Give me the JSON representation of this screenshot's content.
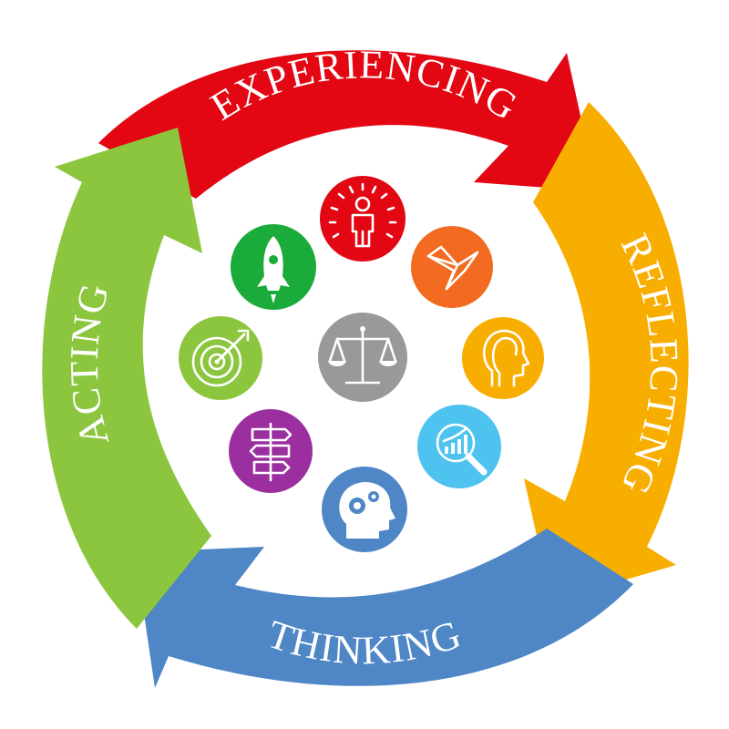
{
  "cycle": {
    "stages": [
      {
        "key": "experiencing",
        "label": "EXPERIENCING",
        "color": "#E30613"
      },
      {
        "key": "reflecting",
        "label": "REFLECTING",
        "color": "#F8AE00"
      },
      {
        "key": "thinking",
        "label": "THINKING",
        "color": "#4F86C6"
      },
      {
        "key": "acting",
        "label": "ACTING",
        "color": "#8CC63F"
      }
    ]
  },
  "icons": [
    {
      "name": "person-aura-icon",
      "color": "#E30613"
    },
    {
      "name": "origami-bird-icon",
      "color": "#F26B21"
    },
    {
      "name": "head-profile-icon",
      "color": "#F8AE00"
    },
    {
      "name": "magnifier-chart-icon",
      "color": "#4FC3F0"
    },
    {
      "name": "head-gears-icon",
      "color": "#4F86C6"
    },
    {
      "name": "signpost-icon",
      "color": "#9B2FA0"
    },
    {
      "name": "target-arrow-icon",
      "color": "#8CC63F"
    },
    {
      "name": "rocket-icon",
      "color": "#1AAB3A"
    },
    {
      "name": "balance-scale-icon",
      "color": "#999999"
    }
  ]
}
